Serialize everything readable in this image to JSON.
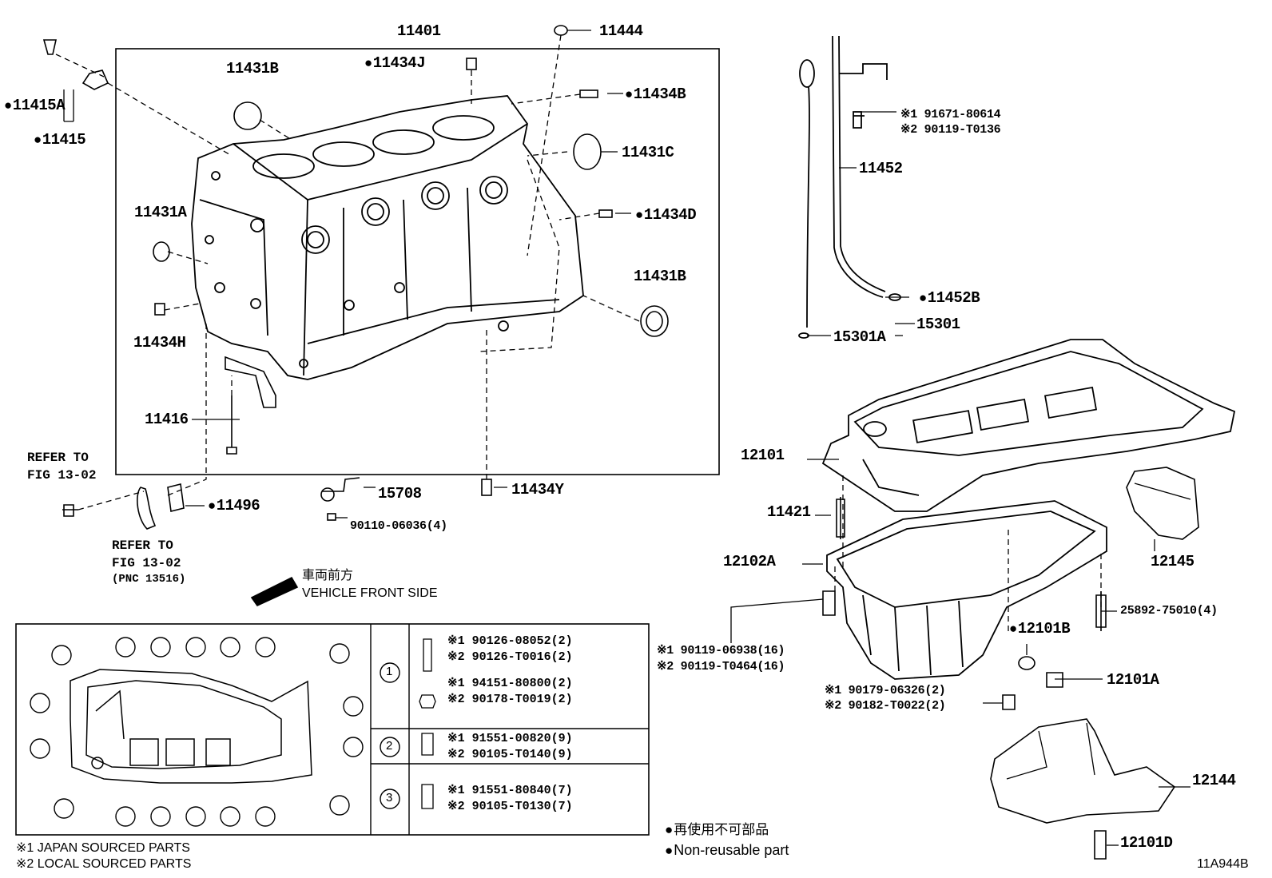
{
  "labels": {
    "p11401": "11401",
    "p11444": "11444",
    "p11434J": "11434J",
    "p11431B_top": "11431B",
    "p11434B": "11434B",
    "p11415A": "11415A",
    "p11415": "11415",
    "p11431C": "11431C",
    "p11431A": "11431A",
    "p11434D": "11434D",
    "p11431B_right": "11431B",
    "p11434H": "11434H",
    "p11416": "11416",
    "p11496": "11496",
    "p15708": "15708",
    "p90110": "90110-06036(4)",
    "p11434Y": "11434Y",
    "p11452": "11452",
    "p11452B": "11452B",
    "p15301": "15301",
    "p15301A": "15301A",
    "p12101": "12101",
    "p11421": "11421",
    "p12102A": "12102A",
    "p12145": "12145",
    "p25892": "25892-75010(4)",
    "p12101B": "12101B",
    "p12101A": "12101A",
    "p12144": "12144",
    "p12101D": "12101D",
    "bolt_top_1": "※1 91671-80614",
    "bolt_top_2": "※2 90119-T0136",
    "pan_bolt_1": "※1 90119-06938(16)",
    "pan_bolt_2": "※2 90119-T0464(16)",
    "nut_1": "※1 90179-06326(2)",
    "nut_2": "※2 90182-T0022(2)"
  },
  "refer_left": {
    "line1": "REFER TO",
    "line2": "FIG 13-02"
  },
  "refer_bottom": {
    "line1": "REFER TO",
    "line2": "FIG 13-02",
    "line3": "(PNC 13516)"
  },
  "front": {
    "jp": "車両前方",
    "en": "VEHICLE FRONT SIDE"
  },
  "table": {
    "r1": [
      "※1 90126-08052(2)",
      "※2 90126-T0016(2)",
      "※1 94151-80800(2)",
      "※2 90178-T0019(2)"
    ],
    "r2": [
      "※1 91551-00820(9)",
      "※2 90105-T0140(9)"
    ],
    "r3": [
      "※1 91551-80840(7)",
      "※2 90105-T0130(7)"
    ]
  },
  "circle_nums": [
    "1",
    "2",
    "3"
  ],
  "footnote": {
    "n1": "※1 JAPAN SOURCED PARTS",
    "n2": "※2 LOCAL SOURCED PARTS"
  },
  "legend": {
    "jp": "再使用不可部品",
    "en": "Non-reusable part"
  },
  "code": "11A944B"
}
